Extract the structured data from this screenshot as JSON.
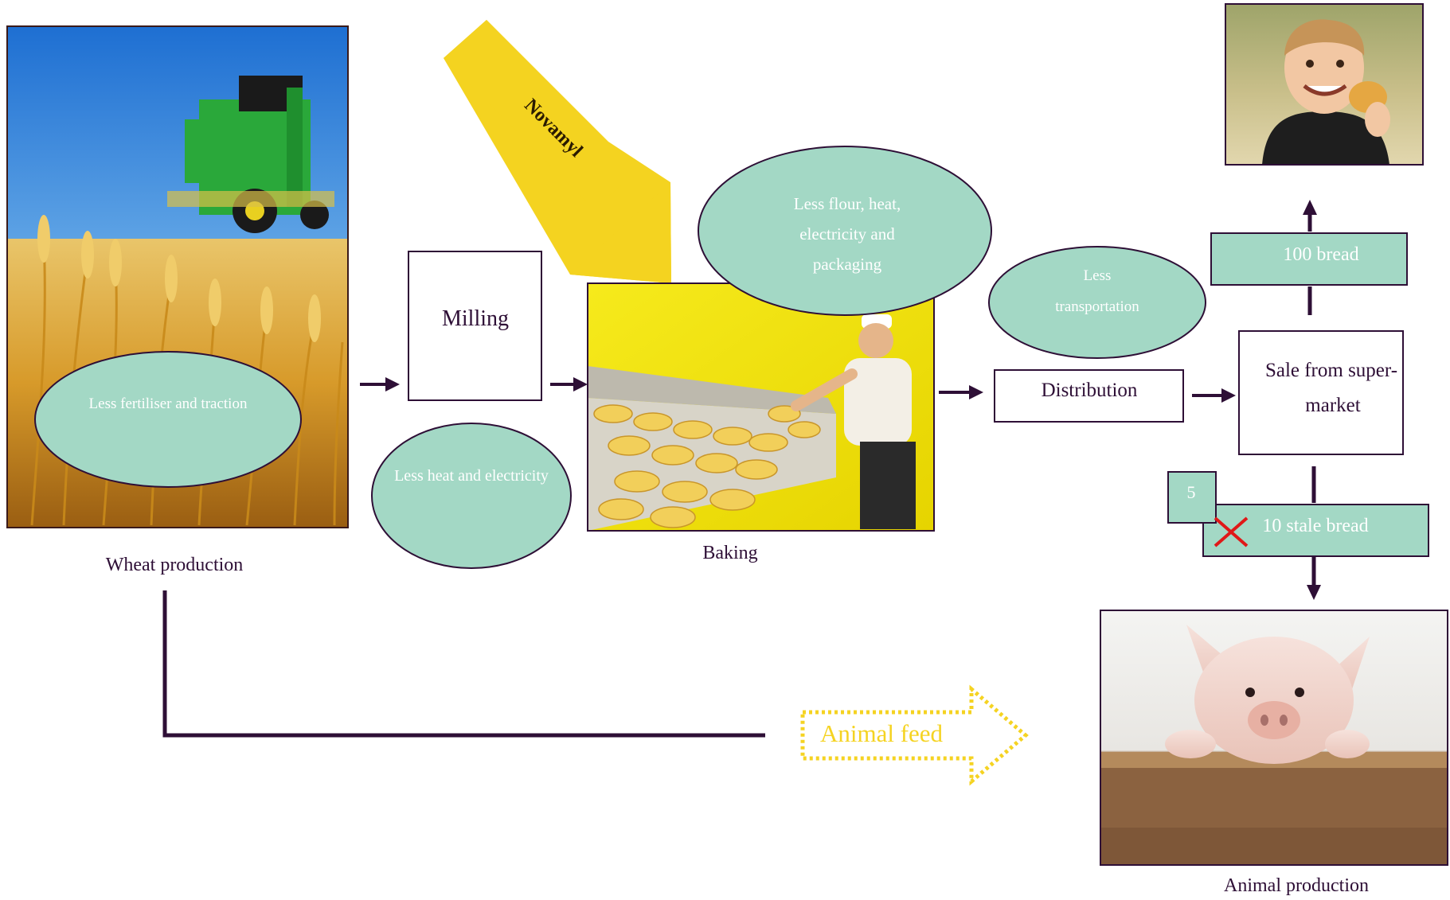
{
  "palette": {
    "ellipse_fill": "#a3d8c5",
    "dark_arrow": "#2e0f36",
    "novamyl_yellow": "#f4d320",
    "animal_feed_yellow": "#f5d322",
    "cross_red": "#e01818",
    "box_border": "#2e0f36"
  },
  "novamyl_label": "Novamyl",
  "wheat": {
    "icon": "wheat-field-combine-harvester-photo",
    "caption": "Wheat production",
    "ellipse_text": "Less fertiliser and traction"
  },
  "milling": {
    "label": "Milling",
    "ellipse_text": "Less heat and electricity"
  },
  "baking": {
    "icon": "bakery-bread-conveyor-photo",
    "caption": "Baking",
    "ellipse_lines": [
      "Less flour, heat,",
      "electricity and",
      "packaging"
    ]
  },
  "distribution": {
    "label": "Distribution",
    "ellipse_lines": [
      "Less",
      "transportation"
    ]
  },
  "sale": {
    "lines": [
      "Sale from super-",
      "market"
    ]
  },
  "bread_100": "100 bread",
  "child_photo_icon": "boy-eating-bread-photo",
  "stale": {
    "badge": "5",
    "label": "10 stale bread",
    "cross_icon": "red-x-cross-icon"
  },
  "animal": {
    "icon": "pig-peeking-over-ledge-photo",
    "caption": "Animal production"
  },
  "animal_feed_label": "Animal feed"
}
